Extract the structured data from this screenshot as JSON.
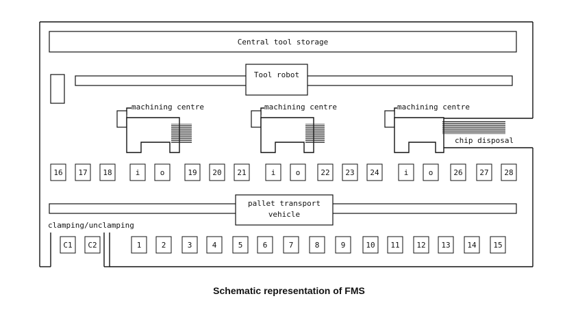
{
  "central_tool_storage": "Central tool storage",
  "tool_robot": "Tool robot",
  "machining_centres": [
    "machining centre",
    "machining centre",
    "machining centre"
  ],
  "chip_disposal": "chip disposal",
  "pallet_transport": {
    "line1": "pallet transport",
    "line2": "vehicle"
  },
  "clamping_label": "clamping/unclamping",
  "middle_row": [
    "16",
    "17",
    "18",
    "i",
    "o",
    "19",
    "20",
    "21",
    "i",
    "o",
    "22",
    "23",
    "24",
    "i",
    "o",
    "26",
    "27",
    "28"
  ],
  "bottom_row": [
    "C1",
    "C2",
    "1",
    "2",
    "3",
    "4",
    "5",
    "6",
    "7",
    "8",
    "9",
    "10",
    "11",
    "12",
    "13",
    "14",
    "15"
  ],
  "caption": "Schematic representation of FMS"
}
